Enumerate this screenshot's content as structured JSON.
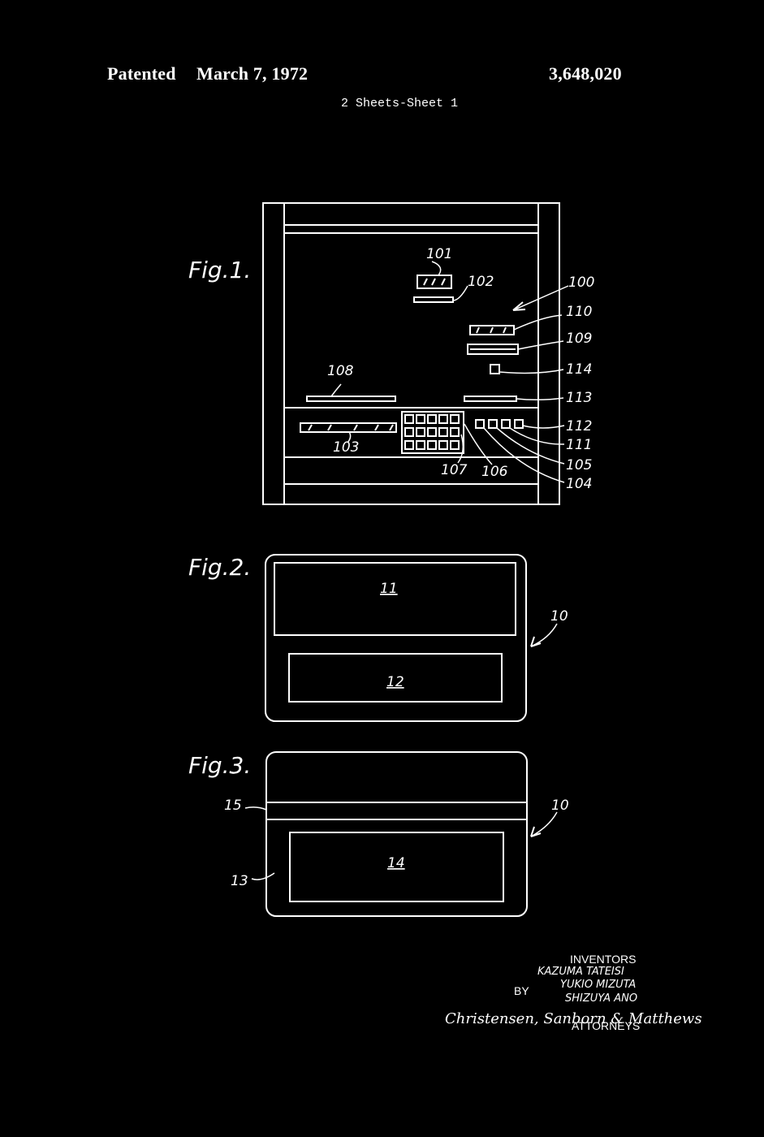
{
  "header": {
    "patented": "Patented",
    "date": "March 7, 1972",
    "number": "3,648,020",
    "sheet": "2 Sheets-Sheet 1"
  },
  "figures": {
    "fig1": {
      "title": "Fig.1.",
      "labels": [
        "101",
        "102",
        "100",
        "110",
        "109",
        "114",
        "113",
        "108",
        "112",
        "111",
        "105",
        "104",
        "103",
        "107",
        "106"
      ]
    },
    "fig2": {
      "title": "Fig.2.",
      "labels": [
        "11",
        "12",
        "10"
      ]
    },
    "fig3": {
      "title": "Fig.3.",
      "labels": [
        "15",
        "10",
        "14",
        "13"
      ]
    }
  },
  "inventors": {
    "heading": "INVENTORS",
    "names": [
      "KAZUMA TATEISI",
      "YUKIO MIZUTA",
      "SHIZUYA ANO"
    ],
    "by": "BY",
    "signature": "Christensen, Sanborn & Matthews",
    "attorneys": "ATTORNEYS"
  }
}
